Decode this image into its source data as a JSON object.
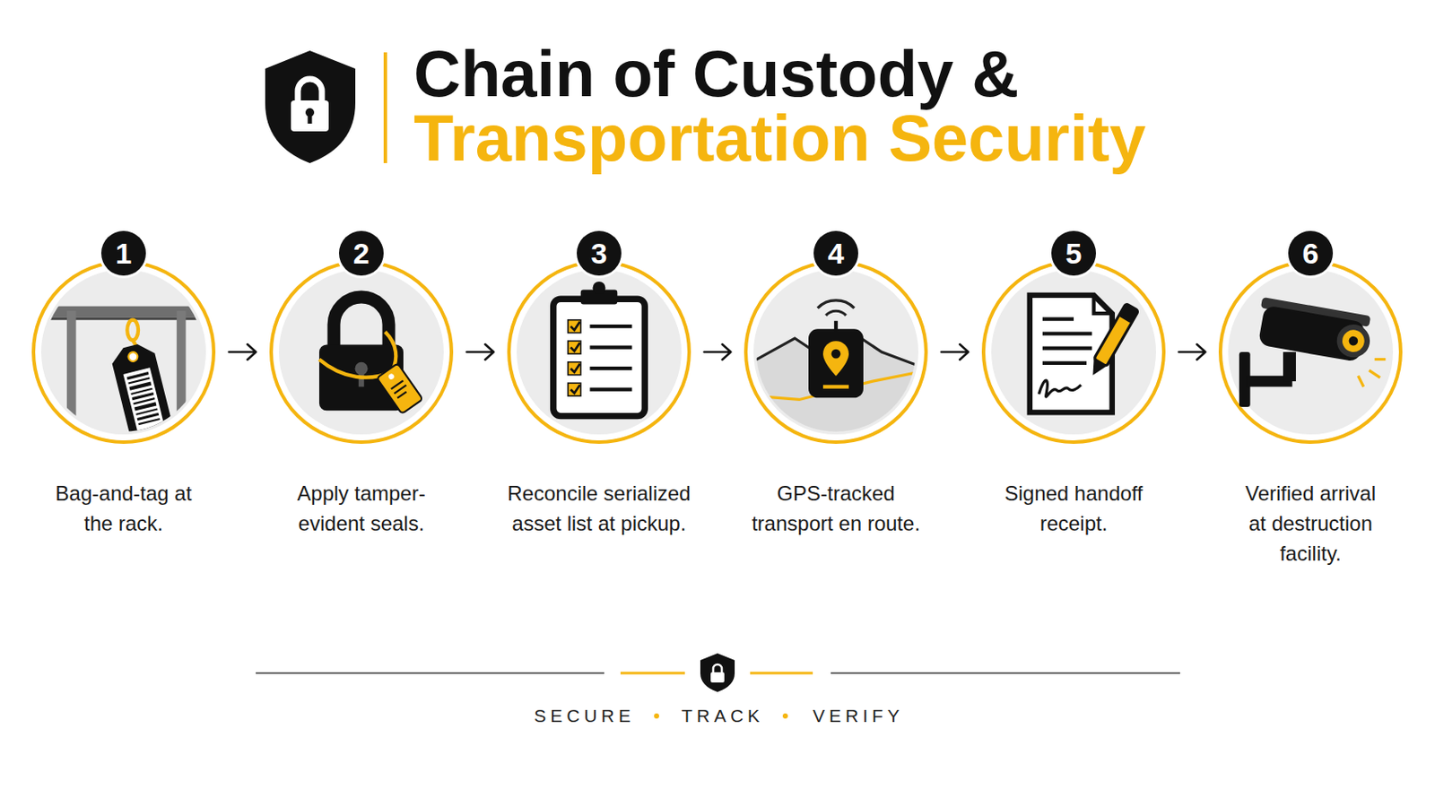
{
  "diagram": {
    "title": "Chain of Custody & Transportation Security",
    "nodes": [
      {
        "text": [
          "Bag-and-tag at the rack."
        ]
      },
      {
        "text": [
          "1"
        ],
        "in": 0
      },
      {
        "text": [
          "Apply tamper-evident seals."
        ]
      },
      {
        "text": [
          "2"
        ],
        "in": 2
      },
      {
        "text": [
          "Reconcile serialized asset list at pickup."
        ]
      },
      {
        "text": [
          "3"
        ],
        "in": 4
      },
      {
        "text": [
          "GPS-tracked transport en route."
        ]
      },
      {
        "text": [
          "4"
        ],
        "in": 6
      },
      {
        "text": [
          "Signed handoff receipt."
        ]
      },
      {
        "text": [
          "5"
        ],
        "in": 8
      },
      {
        "text": [
          "Verified arrival at destruction facility."
        ]
      },
      {
        "text": [
          "6"
        ],
        "in": 10
      }
    ],
    "edges": [
      {
        "from": 0,
        "to": 2,
        "arrow": "to"
      },
      {
        "from": 2,
        "to": 4,
        "arrow": "to"
      },
      {
        "from": 4,
        "to": 6,
        "arrow": "to"
      },
      {
        "from": 6,
        "to": 8,
        "arrow": "to"
      },
      {
        "from": 8,
        "to": 10,
        "arrow": "to"
      }
    ],
    "labels": [
      "SECURE",
      "TRACK",
      "VERIFY"
    ]
  }
}
